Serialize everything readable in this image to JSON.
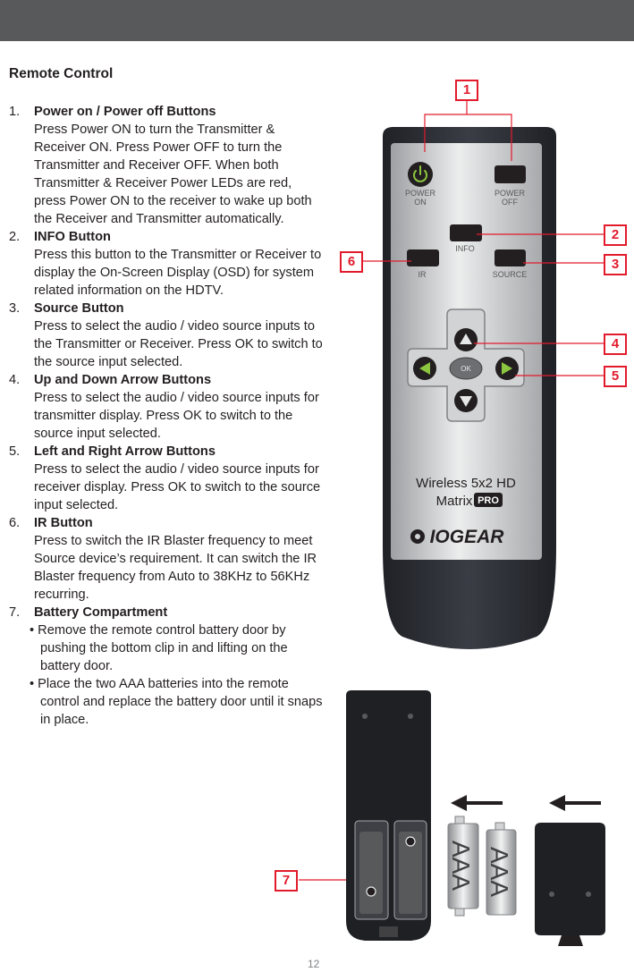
{
  "section_title": "Remote Control",
  "items": [
    {
      "number": "1.",
      "heading": "Power on / Power off Buttons",
      "body": "Press Power ON to turn the Transmitter & Receiver ON. Press Power OFF to turn the Transmitter and Receiver OFF. When both Transmitter & Receiver Power LEDs are red, press Power ON to the receiver to wake up both the Receiver and Transmitter automatically."
    },
    {
      "number": "2.",
      "heading": "INFO Button",
      "body": "Press this button to the Transmitter or Receiver to display the On-Screen Display (OSD) for system related information on the HDTV."
    },
    {
      "number": "3.",
      "heading": "Source Button",
      "body": "Press to select the audio / video source inputs to the Transmitter or Receiver. Press OK to switch to the source input selected."
    },
    {
      "number": "4.",
      "heading": "Up and Down Arrow Buttons",
      "body": "Press to select the audio / video source inputs for transmitter display. Press OK to switch to the source input selected."
    },
    {
      "number": "5.",
      "heading": "Left and Right Arrow Buttons",
      "body": "Press to select the audio / video source inputs for receiver display. Press OK to switch to the source input selected."
    },
    {
      "number": "6.",
      "heading": "IR Button",
      "body": "Press to switch the IR Blaster frequency to meet Source device’s requirement. It can switch the IR Blaster frequency from Auto to 38KHz to 56KHz recurring."
    },
    {
      "number": "7.",
      "heading": "Battery Compartment",
      "bullets": [
        "• Remove the remote control battery door by pushing the bottom clip in and lifting on the battery door.",
        "• Place the two AAA batteries into the remote control and replace the battery door until it snaps in place."
      ]
    }
  ],
  "remote": {
    "power_on_label": "POWER ON",
    "power_off_label": "POWER OFF",
    "info_label": "INFO",
    "ir_label": "IR",
    "source_label": "SOURCE",
    "ok_label": "OK",
    "brand_line1": "Wireless 5x2 HD",
    "brand_line2": "Matrix",
    "brand_pro": "PRO",
    "logo_text": "IOGEAR"
  },
  "battery_label": "AAA",
  "callouts": [
    "1",
    "2",
    "3",
    "4",
    "5",
    "6",
    "7"
  ],
  "colors": {
    "callout": "#e21b2c",
    "arrow_green": "#8cc63f",
    "remote_body": "#2b2d33",
    "topbar": "#58595b"
  },
  "page_number": "12"
}
